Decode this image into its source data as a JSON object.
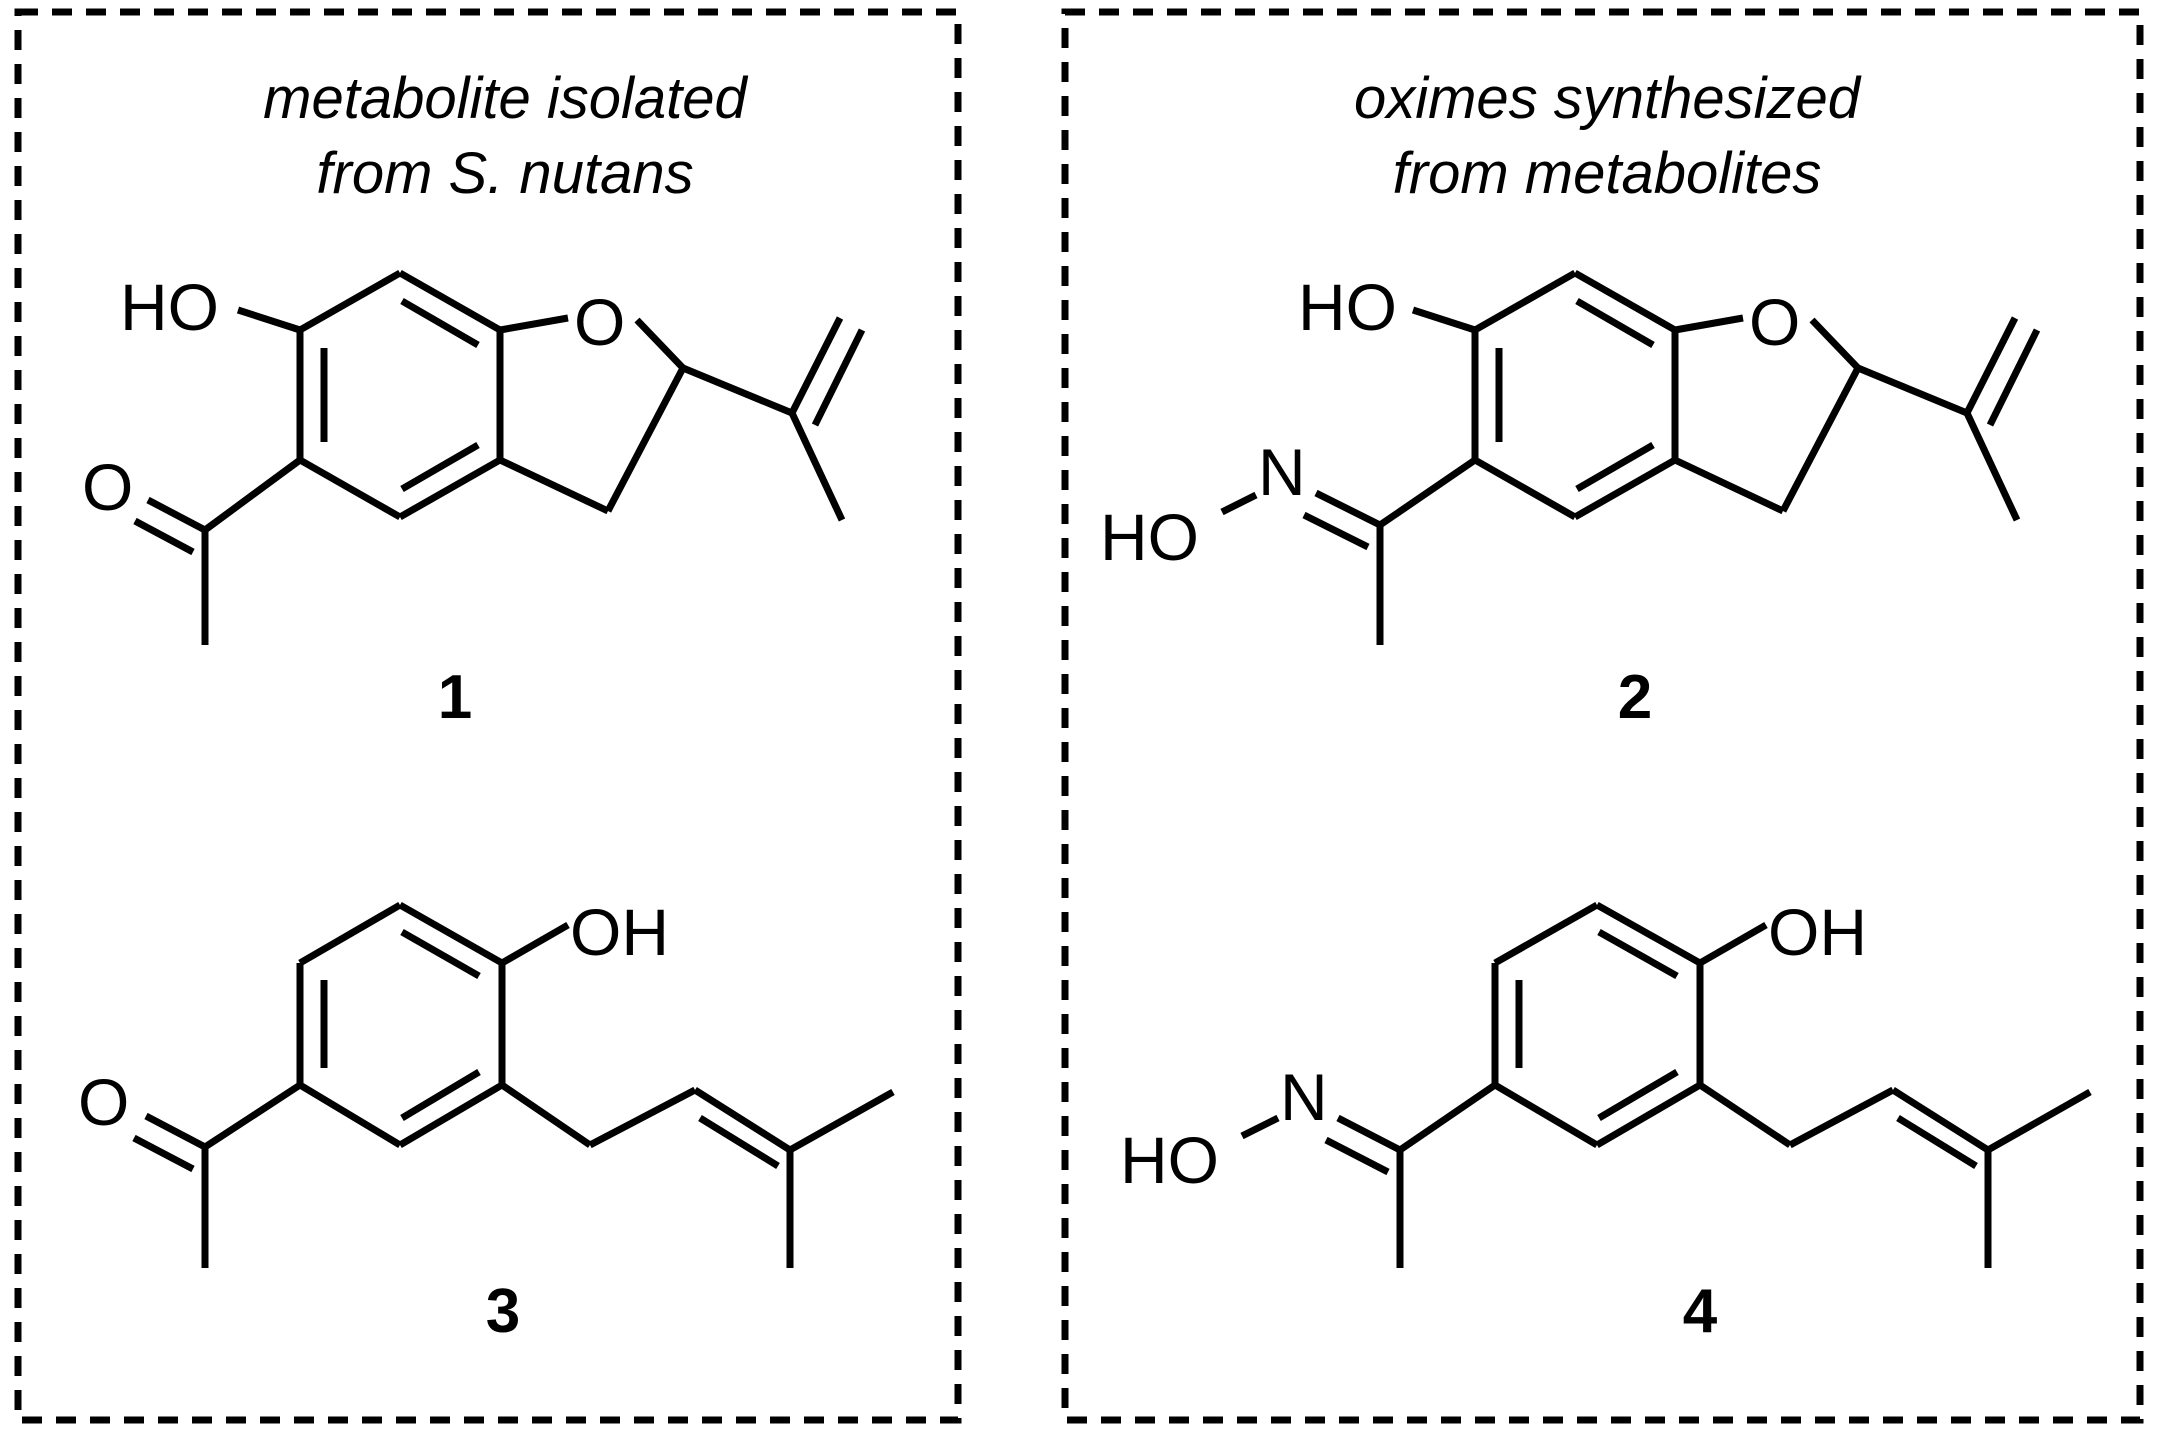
{
  "panels": [
    {
      "heading_line1": "metabolite isolated",
      "heading_line2": "from S. nutans"
    },
    {
      "heading_line1": "oximes synthesized",
      "heading_line2": "from metabolites"
    }
  ],
  "compounds": [
    {
      "number": "1",
      "hydroxyl": "HO",
      "ring_oxygen": "O",
      "carbonyl_oxygen": "O"
    },
    {
      "number": "2",
      "hydroxyl": "HO",
      "ring_oxygen": "O",
      "oxime_nitrogen": "N",
      "oxime_hydroxyl": "HO"
    },
    {
      "number": "3",
      "hydroxyl": "OH",
      "carbonyl_oxygen": "O"
    },
    {
      "number": "4",
      "hydroxyl": "OH",
      "oxime_nitrogen": "N",
      "oxime_hydroxyl": "HO"
    }
  ]
}
